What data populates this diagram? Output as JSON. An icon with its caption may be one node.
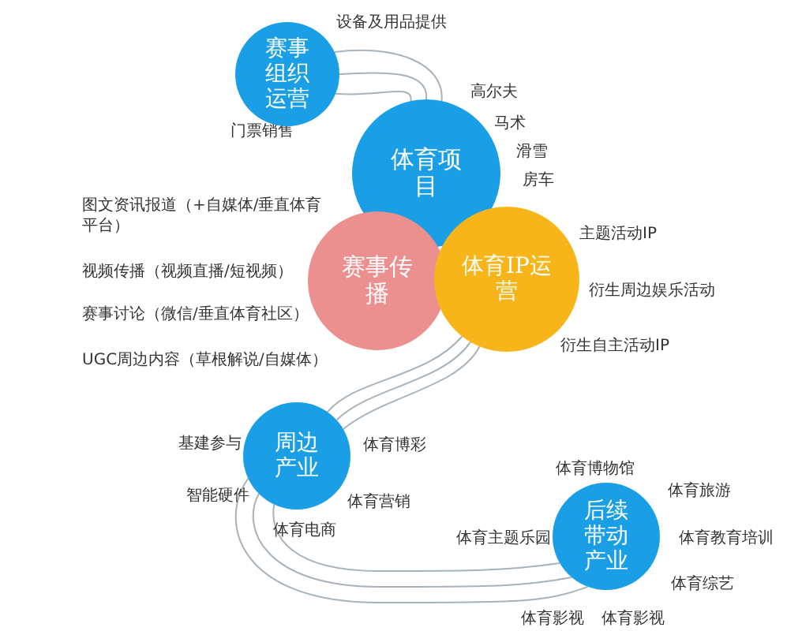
{
  "diagram": {
    "nodes": [
      {
        "text": [
          "赛事组织运营"
        ],
        "beside": [
          "设备及用品提供",
          "门票销售"
        ]
      },
      {
        "text": [
          "体育项目"
        ],
        "beside": [
          "高尔夫",
          "马术",
          "滑雪",
          "房车"
        ]
      },
      {
        "text": [
          "赛事传播"
        ],
        "beside": [
          "图文资讯报道（+自媒体/垂直体育平台）",
          "视频传播（视频直播/短视频）",
          "赛事讨论（微信/垂直体育社区）",
          "UGC周边内容（草根解说/自媒体）"
        ]
      },
      {
        "text": [
          "体育IP运营"
        ],
        "beside": [
          "主题活动IP",
          "衍生周边娱乐活动",
          "衍生自主活动IP"
        ]
      },
      {
        "text": [
          "周边产业"
        ],
        "beside": [
          "基建参与",
          "体育博彩",
          "智能硬件",
          "体育营销",
          "体育电商"
        ]
      },
      {
        "text": [
          "后续带动产业"
        ],
        "beside": [
          "体育博物馆",
          "体育旅游",
          "体育主题乐园",
          "体育教育培训",
          "体育综艺",
          "体育影视",
          "体育影视"
        ]
      }
    ],
    "edges": [
      {
        "from": 0,
        "to": 1,
        "arrow": "none"
      },
      {
        "from": 0,
        "to": 1,
        "arrow": "none"
      },
      {
        "from": 0,
        "to": 1,
        "arrow": "none"
      },
      {
        "from": 3,
        "to": 4,
        "arrow": "none"
      },
      {
        "from": 3,
        "to": 4,
        "arrow": "none"
      },
      {
        "from": 3,
        "to": 4,
        "arrow": "none"
      },
      {
        "from": 4,
        "to": 5,
        "arrow": "none"
      },
      {
        "from": 4,
        "to": 5,
        "arrow": "none"
      },
      {
        "from": 4,
        "to": 5,
        "arrow": "none"
      }
    ]
  }
}
